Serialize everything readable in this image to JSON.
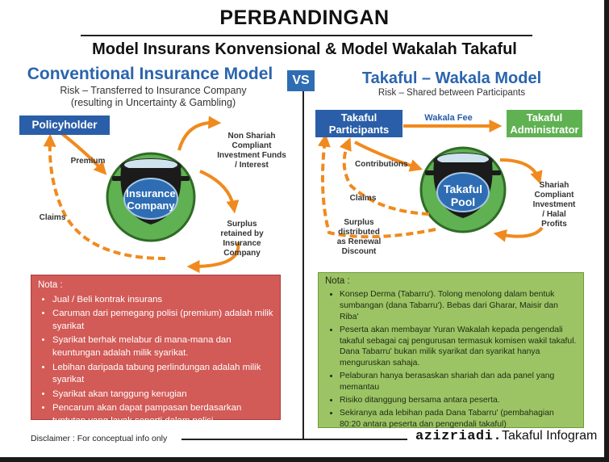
{
  "title": "PERBANDINGAN",
  "subtitle": "Model Insurans Konvensional & Model Wakalah Takaful",
  "vs": "VS",
  "left": {
    "heading": "Conventional Insurance Model",
    "risk_line1": "Risk – Transferred to Insurance Company",
    "risk_line2": "(resulting in Uncertainty & Gambling)",
    "policyholder": "Policyholder",
    "premium": "Premium",
    "claims": "Claims",
    "pot_line1": "Insurance",
    "pot_line2": "Company",
    "non_shariah": [
      "Non Shariah",
      "Compliant",
      "Investment Funds",
      "/ Interest"
    ],
    "surplus": [
      "Surplus",
      "retained by",
      "Insurance",
      "Company"
    ],
    "nota_title": "Nota :",
    "nota_items": [
      "Jual / Beli kontrak insurans",
      "Caruman dari pemegang polisi (premium) adalah milik syarikat",
      "Syarikat berhak melabur di mana-mana dan keuntungan adalah milik syarikat.",
      "Lebihan daripada tabung perlindungan adalah milik syarikat",
      "Syarikat akan tanggung kerugian",
      "Pencarum akan dapat pampasan berdasarkan tuntutan yang layak seperti dalam polisi."
    ]
  },
  "right": {
    "heading": "Takaful – Wakala Model",
    "risk_line": "Risk – Shared between Participants",
    "participants_line1": "Takaful",
    "participants_line2": "Participants",
    "wakala_fee": "Wakala Fee",
    "administrator_line1": "Takaful",
    "administrator_line2": "Administrator",
    "contributions": "Contributions",
    "claims": "Claims",
    "pot_line1": "Takaful",
    "pot_line2": "Pool",
    "shariah": [
      "Shariah",
      "Compliant",
      "Investment",
      "/ Halal",
      "Profits"
    ],
    "surplus": [
      "Surplus",
      "distributed",
      "as Renewal",
      "Discount"
    ],
    "nota_title": "Nota :",
    "nota_items": [
      "Konsep Derma (Tabarru'). Tolong menolong dalam bentuk sumbangan (dana Tabarru'). Bebas dari Gharar, Maisir dan Riba'",
      "Peserta akan membayar Yuran Wakalah kepada pengendali takaful sebagai caj pengurusan termasuk komisen wakil takaful. Dana Tabarru' bukan milik syarikat dan syarikat hanya menguruskan sahaja.",
      "Pelaburan hanya berasaskan shariah dan ada panel yang memantau",
      "Risiko ditanggung bersama antara peserta.",
      "Sekiranya ada lebihan pada Dana Tabarru' (pembahagian 80:20 antara peserta dan pengendali takaful)"
    ]
  },
  "footer": {
    "disclaimer": "Disclaimer : For conceptual info only",
    "brand_name": "azizriadi.",
    "brand_suffix": "Takaful Infogram"
  },
  "colors": {
    "blue": "#2a5ea8",
    "green": "#5fb152",
    "orange": "#f08a1e",
    "red_panel": "#d25a57",
    "green_panel": "#9cc465"
  },
  "icons": [
    "arrow-icon",
    "pot-icon"
  ]
}
